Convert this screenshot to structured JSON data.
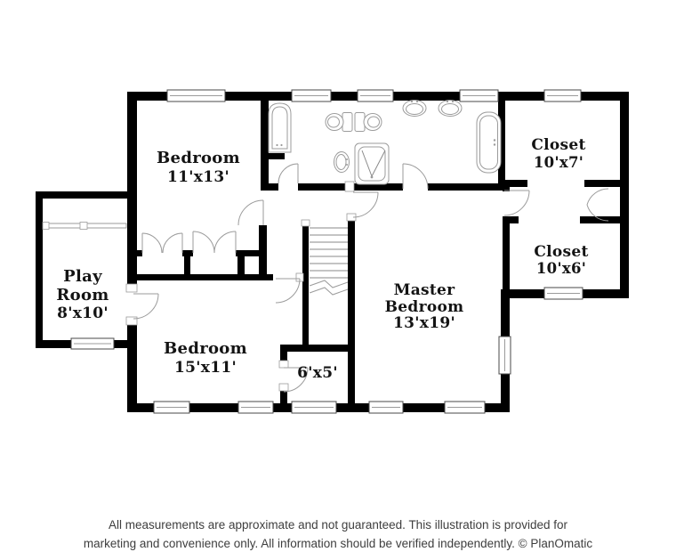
{
  "rooms": {
    "bedroom_top": {
      "name": "Bedroom",
      "dims": "11'x13'"
    },
    "play_room": {
      "name_line1": "Play",
      "name_line2": "Room",
      "dims": "8'x10'"
    },
    "bedroom_bottom": {
      "name": "Bedroom",
      "dims": "15'x11'"
    },
    "nook": {
      "dims": "6'x5'"
    },
    "master_bedroom": {
      "name_line1": "Master",
      "name_line2": "Bedroom",
      "dims": "13'x19'"
    },
    "closet_upper": {
      "name": "Closet",
      "dims": "10'x7'"
    },
    "closet_lower": {
      "name": "Closet",
      "dims": "10'x6'"
    }
  },
  "fixtures": {
    "hall_bathtub": "bathtub",
    "hall_toilet": "toilet",
    "hall_sink": "sink",
    "master_toilet": "toilet",
    "master_shower": "shower",
    "master_sink_left": "sink",
    "master_sink_right": "sink",
    "master_soaking_tub": "bathtub",
    "stairs": "stairs",
    "closet_rod": "closet-rod"
  },
  "footer": {
    "line1": "All measurements are approximate and not guaranteed. This illustration is provided for",
    "line2": "marketing and convenience only. All information should be verified independently. © PlanOmatic"
  },
  "colors": {
    "wall": "#000000",
    "fixture_outline": "#9b9b9b",
    "label_text": "#141414",
    "footer_text": "#3e3e3e",
    "background": "#ffffff"
  }
}
